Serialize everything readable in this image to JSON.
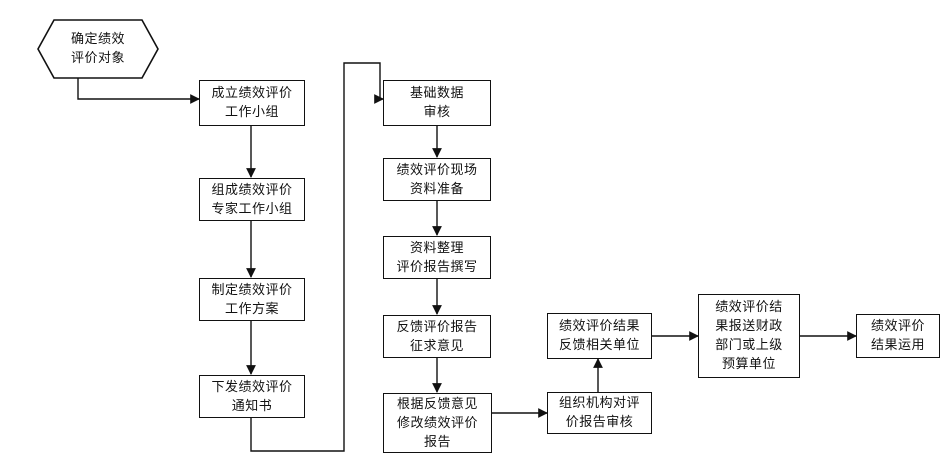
{
  "colors": {
    "line": "#111111",
    "fill": "#ffffff"
  },
  "nodes": {
    "start": "确定绩效\n评价对象",
    "c1_1": "成立绩效评价\n工作小组",
    "c1_2": "组成绩效评价\n专家工作小组",
    "c1_3": "制定绩效评价\n工作方案",
    "c1_4": "下发绩效评价\n通知书",
    "c2_1": "基础数据\n审核",
    "c2_2": "绩效评价现场\n资料准备",
    "c2_3": "资料整理\n评价报告撰写",
    "c2_4": "反馈评价报告\n征求意见",
    "c2_5": "根据反馈意见\n修改绩效评价\n报告",
    "c3_low": "组织机构对评\n价报告审核",
    "c3_up": "绩效评价结果\n反馈相关单位",
    "c4": "绩效评价结\n果报送财政\n部门或上级\n预算单位",
    "c5": "绩效评价\n结果运用"
  }
}
